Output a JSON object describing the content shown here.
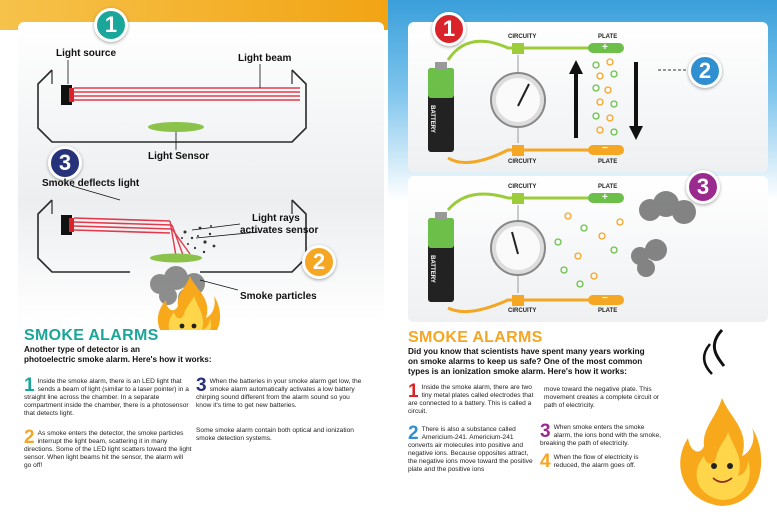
{
  "colors": {
    "left_header": "#f2a414",
    "right_header": "#3a9fda",
    "teal": "#1aa69a",
    "navy": "#26327a",
    "orange": "#f5a623",
    "red": "#d9232a",
    "purple": "#9b2a8e",
    "blue": "#2f8fd0"
  },
  "left": {
    "diagram_top": {
      "step": "1",
      "label_light_source": "Light source",
      "label_light_beam": "Light beam",
      "label_light_sensor": "Light Sensor"
    },
    "diagram_bottom": {
      "step": "3",
      "step_orange": "2",
      "label_smoke_deflects": "Smoke deflects light",
      "label_light_rays_1": "Light rays",
      "label_light_rays_2": "activates sensor",
      "label_smoke_particles": "Smoke particles"
    },
    "title": "SMOKE ALARMS",
    "intro_1": "Another type of detector is an",
    "intro_2": "photoelectric smoke alarm. Here's how it works:",
    "p1_num": "1",
    "p1": "Inside the smoke alarm, there is an LED light that sends a beam of light (similar to a laser pointer) in a straight line across the chamber. In a separate compartment inside the chamber, there is a photosensor that detects light.",
    "p2_num": "2",
    "p2": "As smoke enters the detector, the smoke particles interrupt the light beam, scattering it in many directions. Some of the LED light scatters toward the light sensor. When light beams hit the sensor, the alarm will go off!",
    "p3_num": "3",
    "p3": "When the batteries in your smoke alarm get low, the smoke alarm automatically activates a low battery chirping sound different from the alarm sound so you know it's time to get new batteries.",
    "p4": "Some smoke alarm contain both optical and ionization smoke detection systems."
  },
  "right": {
    "diagram_top": {
      "step": "1",
      "step_blue": "2",
      "label_circuitry_top": "CIRCUITY",
      "label_plate_top": "PLATE",
      "label_circuitry_bottom": "CIRCUITY",
      "label_plate_bottom": "PLATE",
      "battery_label": "BATTERY",
      "plus": "+",
      "minus": "−"
    },
    "diagram_bottom": {
      "step": "3",
      "label_circuitry_top": "CIRCUITY",
      "label_plate_top": "PLATE",
      "label_circuitry_bottom": "CIRCUITY",
      "label_plate_bottom": "PLATE",
      "battery_label": "BATTERY",
      "plus": "+",
      "minus": "−"
    },
    "title": "SMOKE ALARMS",
    "intro_1": "Did you know that scientists have spent many years working",
    "intro_2": "on smoke alarms to keep us safe? One of the most common",
    "intro_3": "types is an ionization smoke alarm. Here's how it works:",
    "p1_num": "1",
    "p1": "Inside the smoke alarm, there are two tiny metal plates called electrodes that are connected to a battery. This is called a circuit.",
    "p2_num": "2",
    "p2": "There is also a substance called Americium-241. Americium-241 converts air molecules into positive and negative ions. Because opposites attract, the negative ions move toward the positive plate and the positive ions",
    "p2_cont": "move toward the negative plate. This movement creates a complete circuit or path of electricity.",
    "p3_num": "3",
    "p3": "When smoke enters the smoke alarm, the ions bond with the smoke, breaking the path of electricity.",
    "p4_num": "4",
    "p4": "When the flow of electricity is reduced, the alarm goes off."
  }
}
